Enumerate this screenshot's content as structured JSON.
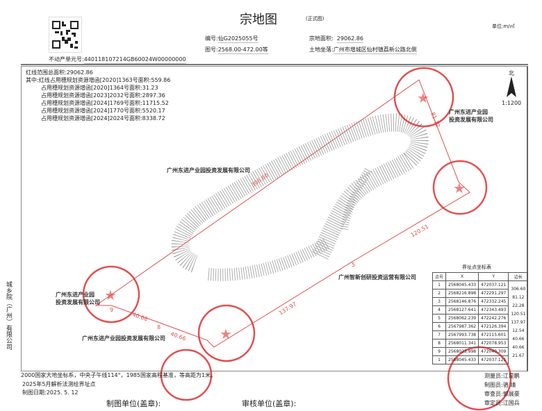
{
  "header": {
    "title": "宗地图",
    "subtitle": "(正式图)",
    "unit": "单位:m/㎡",
    "code_label": "编号:",
    "code": "仙G2025055号",
    "map_no_label": "图号:",
    "map_no": "2568.00-472.00等",
    "area_label": "宗地面积:",
    "area": "29062.86",
    "location_label": "土地坐落:",
    "location": "广州市增城区仙村镇荔新公路北侧",
    "unit_no_label": "不动产单元号:",
    "unit_no": "440118107214GB60024W00000000"
  },
  "areas": {
    "total": "红线范围总面积:29062.86",
    "items": [
      "其中:红线占用穗规划资源增函[2020]1363号面积:559.86",
      "占用穗规划资源增函[2020]1364号面积:31.23",
      "占用穗规划资源增函[2023]2032号面积:2897.36",
      "占用穗规划资源增函[2024]1769号面积:11715.52",
      "占用穗规划资源增函[2024]1770号面积:5520.17",
      "占用穗规划资源增函[2024]2024号面积:8338.72"
    ]
  },
  "map": {
    "north": "北",
    "scale": "1:1200",
    "neighbors": [
      "广州东进产业园投资发展有限公司",
      "广州东进产业园",
      "投资发展有限公司",
      "广州智新创研投资运营有限公司",
      "广州东进产业园",
      "投资发展有限公司",
      "广州东进产业园投资发展有限公司"
    ],
    "edges": [
      "306.60",
      "81.12",
      "120.51",
      "137.97",
      "40.66",
      "40.66"
    ],
    "points": [
      "5",
      "8",
      "9"
    ],
    "side_label": "城乡院（广州）有限公司"
  },
  "coord_table": {
    "title": "界址点坐标表",
    "headers": [
      "点号",
      "X",
      "Y",
      "边长"
    ],
    "rows": [
      [
        "1",
        "2568045.433",
        "472037.121"
      ],
      [
        "2",
        "2568216.898",
        "472291.297"
      ],
      [
        "3",
        "2568146.876",
        "472332.245"
      ],
      [
        "4",
        "2568127.641",
        "472343.493"
      ],
      [
        "5",
        "2568062.239",
        "472242.276"
      ],
      [
        "6",
        "2567987.362",
        "472126.394"
      ],
      [
        "7",
        "2567993.738",
        "472115.601"
      ],
      [
        "8",
        "2568011.341",
        "472078.953"
      ],
      [
        "9",
        "2568023.998",
        "472040.309"
      ],
      [
        "1",
        "2568045.433",
        "472037.121"
      ]
    ],
    "lengths": [
      "306.60",
      "81.12",
      "22.28",
      "120.51",
      "137.97",
      "12.54",
      "40.66",
      "40.66",
      "21.67"
    ]
  },
  "staff": [
    "测量员:江昆鹏",
    "制图员:骆  靖",
    "审查员:郭展豪",
    "审定员:江国兵"
  ],
  "footer": {
    "note1": "2000国家大地坐标系，中央子午线114°，1985国家高程基准，等高距为1米。",
    "note2": "2025年5月解析法测绘界址点",
    "date": "制图日期:2025. 5. 12",
    "maker": "制图单位(盖章):",
    "reviewer": "审核单位(盖章):"
  },
  "colors": {
    "stamp": "#e03030",
    "line": "#e05050"
  }
}
